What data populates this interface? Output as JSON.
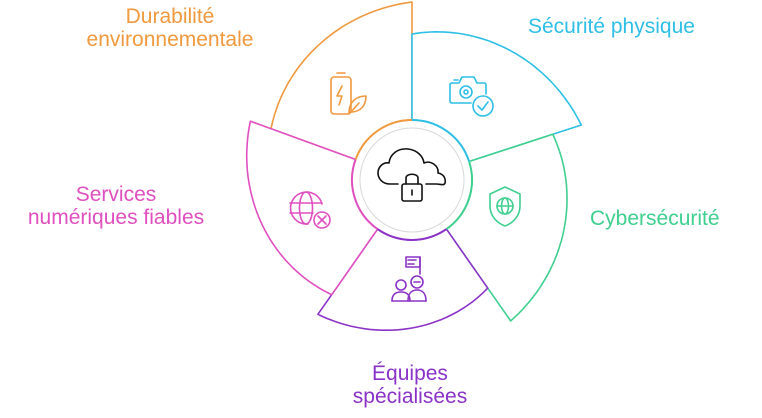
{
  "center": {
    "icon": "cloud-lock-icon"
  },
  "segments": [
    {
      "key": "orange",
      "lines": [
        "Durabilité",
        "environnementale"
      ],
      "icon": "battery-leaf-icon",
      "color": "#f0993f"
    },
    {
      "key": "blue",
      "lines": [
        "Sécurité physique"
      ],
      "icon": "camera-check-icon",
      "color": "#2fbfe6"
    },
    {
      "key": "green",
      "lines": [
        "Cybersécurité"
      ],
      "icon": "shield-globe-icon",
      "color": "#3fcf8e"
    },
    {
      "key": "purple",
      "lines": [
        "Équipes",
        "spécialisées"
      ],
      "icon": "team-flag-icon",
      "color": "#8b32c8"
    },
    {
      "key": "pink",
      "lines": [
        "Services",
        "numériques fiables"
      ],
      "icon": "globe-x-icon",
      "color": "#e04fc0"
    }
  ]
}
